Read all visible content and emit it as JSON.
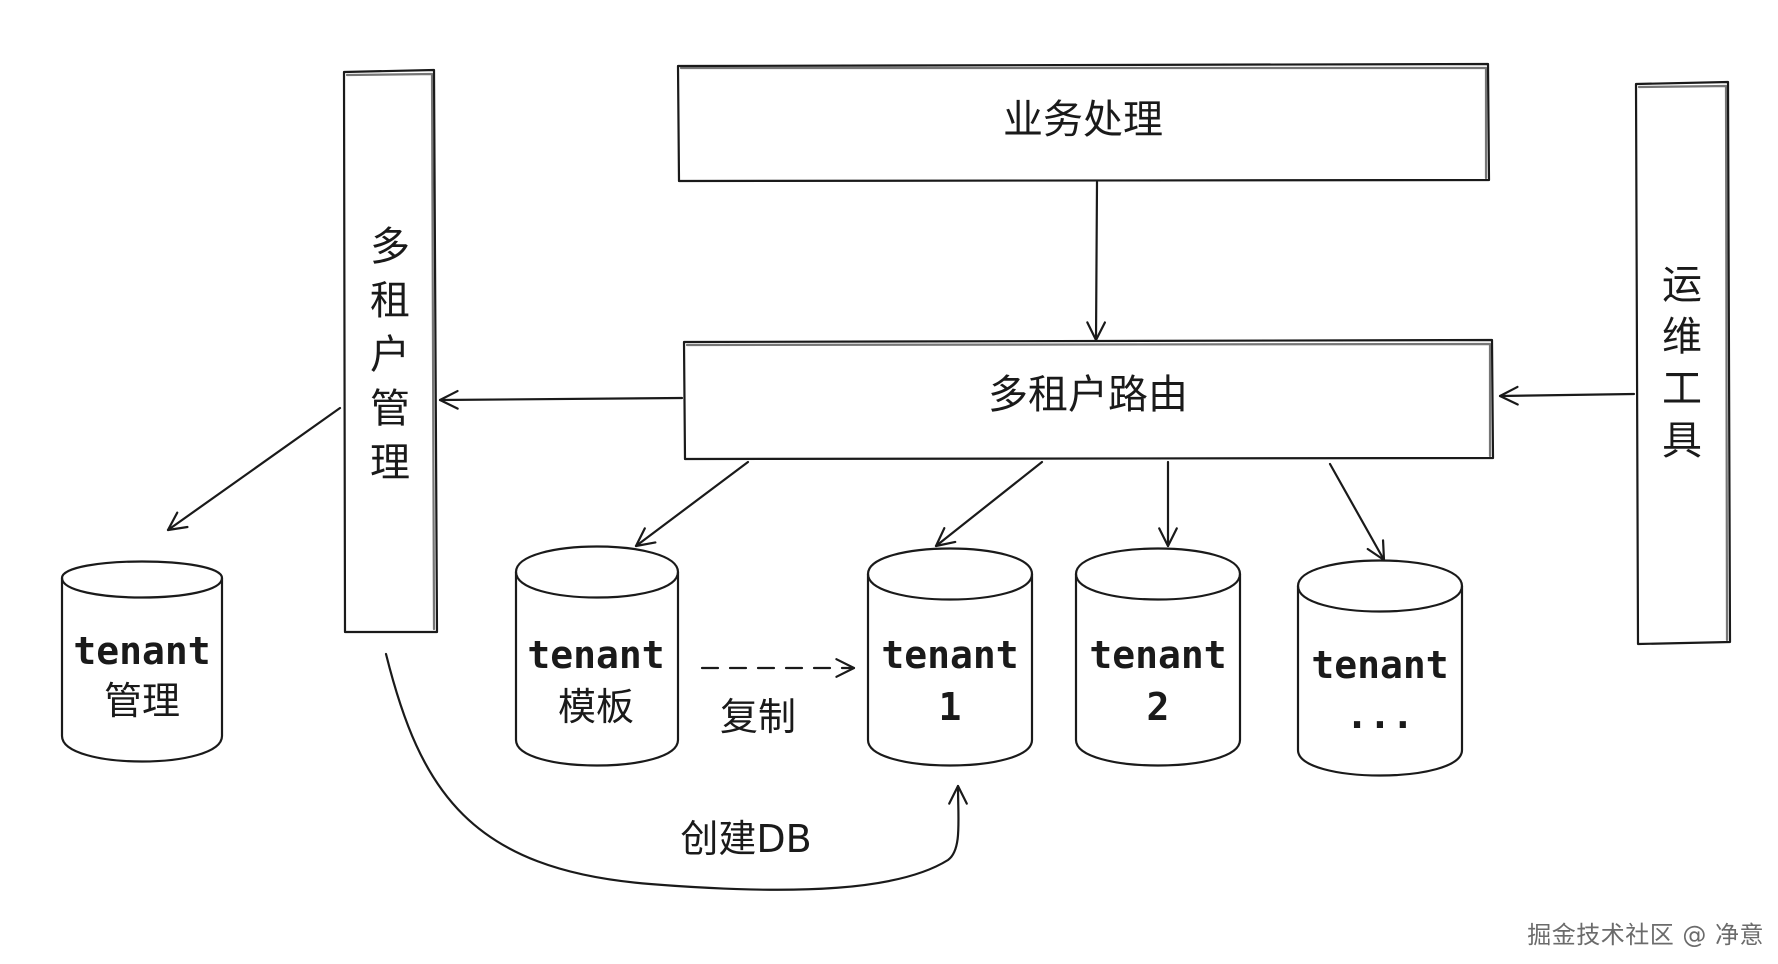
{
  "boxes": {
    "business": "业务处理",
    "router": "多租户路由",
    "tenant_mgmt": [
      "多",
      "租",
      "户",
      "管",
      "理"
    ],
    "ops_tools": [
      "运",
      "维",
      "工",
      "具"
    ]
  },
  "databases": {
    "mgmt": {
      "line1": "tenant",
      "line2": "管理"
    },
    "template": {
      "line1": "tenant",
      "line2": "模板"
    },
    "t1": {
      "line1": "tenant",
      "line2": "1"
    },
    "t2": {
      "line1": "tenant",
      "line2": "2"
    },
    "tn": {
      "line1": "tenant",
      "line2": "..."
    }
  },
  "labels": {
    "copy": "复制",
    "create_db": "创建DB"
  },
  "watermark": "掘金技术社区 @ 净意"
}
